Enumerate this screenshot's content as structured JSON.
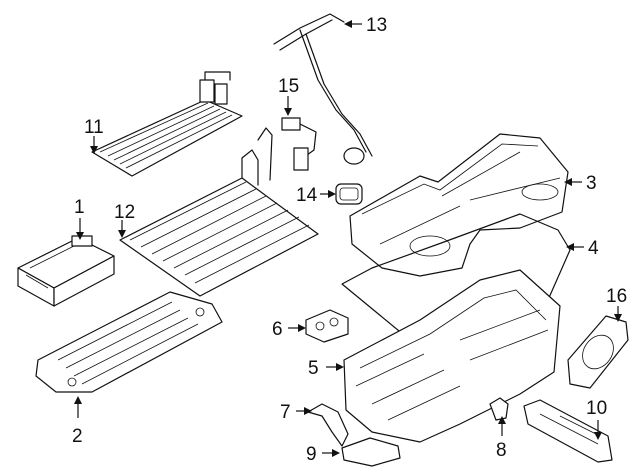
{
  "callouts": [
    {
      "id": "c1",
      "label": "1"
    },
    {
      "id": "c2",
      "label": "2"
    },
    {
      "id": "c3",
      "label": "3"
    },
    {
      "id": "c4",
      "label": "4"
    },
    {
      "id": "c5",
      "label": "5"
    },
    {
      "id": "c6",
      "label": "6"
    },
    {
      "id": "c7",
      "label": "7"
    },
    {
      "id": "c8",
      "label": "8"
    },
    {
      "id": "c9",
      "label": "9"
    },
    {
      "id": "c10",
      "label": "10"
    },
    {
      "id": "c11",
      "label": "11"
    },
    {
      "id": "c12",
      "label": "12"
    },
    {
      "id": "c13",
      "label": "13"
    },
    {
      "id": "c14",
      "label": "14"
    },
    {
      "id": "c15",
      "label": "15"
    },
    {
      "id": "c16",
      "label": "16"
    }
  ],
  "colors": {
    "line": "#111111",
    "background": "#ffffff"
  }
}
